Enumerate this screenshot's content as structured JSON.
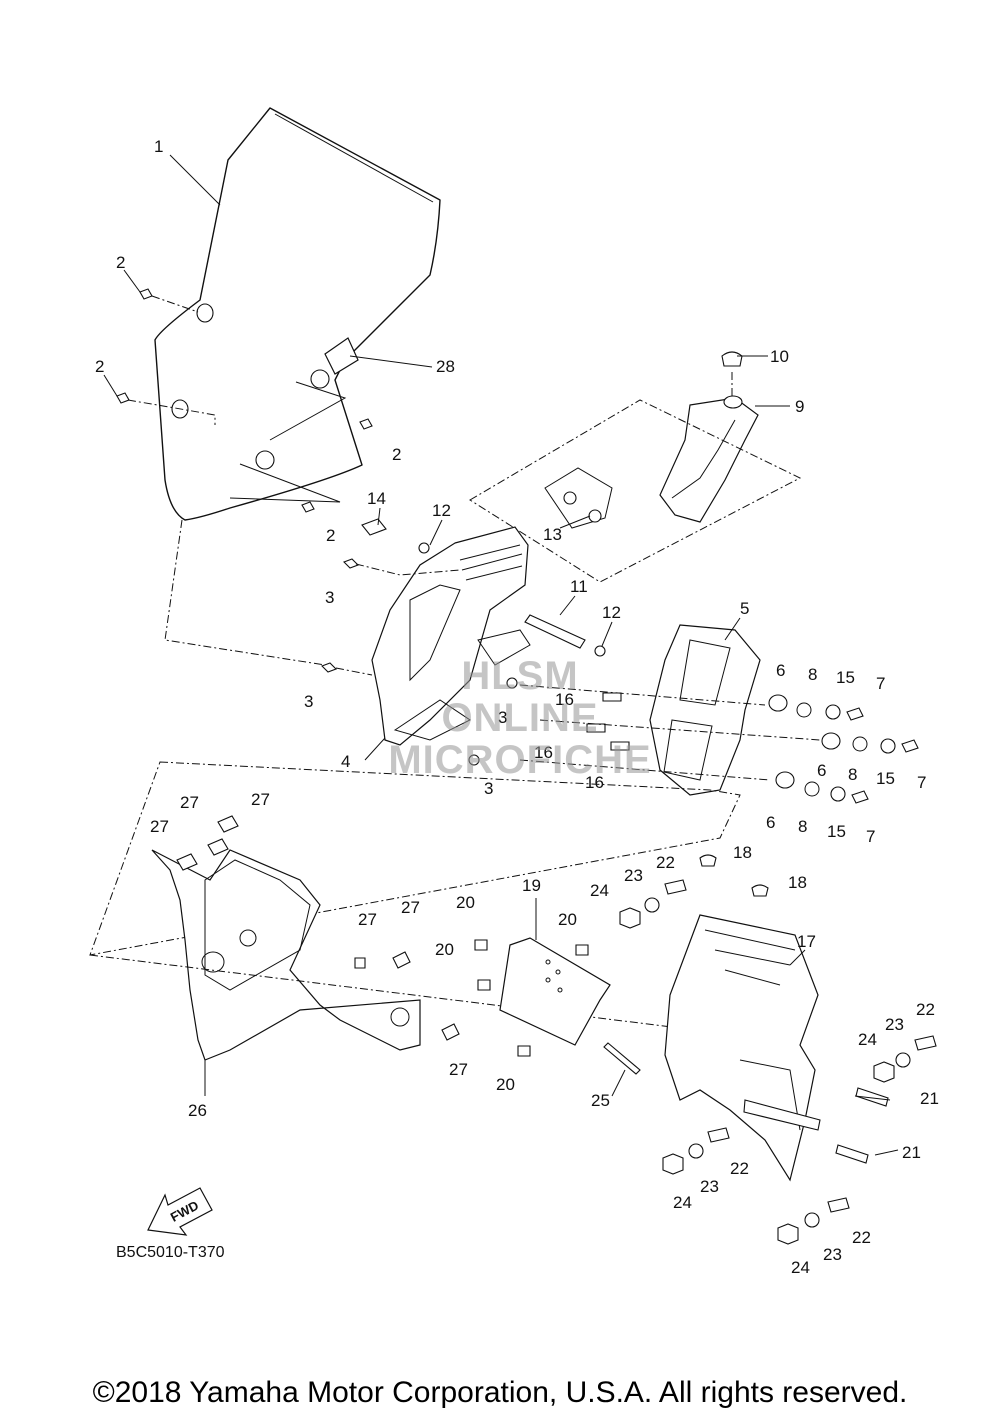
{
  "watermark": {
    "line1": "HLSM",
    "line2": "ONLINE",
    "line3": "MICROFICHE"
  },
  "diagram_code": "B5C5010-T370",
  "fwd_arrow_label": "FWD",
  "copyright": "©2018 Yamaha Motor Corporation, U.S.A. All rights reserved.",
  "callouts": [
    {
      "id": "c1",
      "text": "1"
    },
    {
      "id": "c2a",
      "text": "2"
    },
    {
      "id": "c2b",
      "text": "2"
    },
    {
      "id": "c2c",
      "text": "2"
    },
    {
      "id": "c2d",
      "text": "2"
    },
    {
      "id": "c28",
      "text": "28"
    },
    {
      "id": "c10",
      "text": "10"
    },
    {
      "id": "c9",
      "text": "9"
    },
    {
      "id": "c13",
      "text": "13"
    },
    {
      "id": "c14",
      "text": "14"
    },
    {
      "id": "c12a",
      "text": "12"
    },
    {
      "id": "c12b",
      "text": "12"
    },
    {
      "id": "c11",
      "text": "11"
    },
    {
      "id": "c3a",
      "text": "3"
    },
    {
      "id": "c3b",
      "text": "3"
    },
    {
      "id": "c3c",
      "text": "3"
    },
    {
      "id": "c3d",
      "text": "3"
    },
    {
      "id": "c4",
      "text": "4"
    },
    {
      "id": "c5",
      "text": "5"
    },
    {
      "id": "c16a",
      "text": "16"
    },
    {
      "id": "c16b",
      "text": "16"
    },
    {
      "id": "c16c",
      "text": "16"
    },
    {
      "id": "c6a",
      "text": "6"
    },
    {
      "id": "c6b",
      "text": "6"
    },
    {
      "id": "c6c",
      "text": "6"
    },
    {
      "id": "c8a",
      "text": "8"
    },
    {
      "id": "c8b",
      "text": "8"
    },
    {
      "id": "c8c",
      "text": "8"
    },
    {
      "id": "c15a",
      "text": "15"
    },
    {
      "id": "c15b",
      "text": "15"
    },
    {
      "id": "c15c",
      "text": "15"
    },
    {
      "id": "c7a",
      "text": "7"
    },
    {
      "id": "c7b",
      "text": "7"
    },
    {
      "id": "c7c",
      "text": "7"
    },
    {
      "id": "c27a",
      "text": "27"
    },
    {
      "id": "c27b",
      "text": "27"
    },
    {
      "id": "c27c",
      "text": "27"
    },
    {
      "id": "c27d",
      "text": "27"
    },
    {
      "id": "c27e",
      "text": "27"
    },
    {
      "id": "c27f",
      "text": "27"
    },
    {
      "id": "c18a",
      "text": "18"
    },
    {
      "id": "c18b",
      "text": "18"
    },
    {
      "id": "c22a",
      "text": "22"
    },
    {
      "id": "c23a",
      "text": "23"
    },
    {
      "id": "c24a",
      "text": "24"
    },
    {
      "id": "c19",
      "text": "19"
    },
    {
      "id": "c20a",
      "text": "20"
    },
    {
      "id": "c20b",
      "text": "20"
    },
    {
      "id": "c20c",
      "text": "20"
    },
    {
      "id": "c20d",
      "text": "20"
    },
    {
      "id": "c17",
      "text": "17"
    },
    {
      "id": "c22b",
      "text": "22"
    },
    {
      "id": "c23b",
      "text": "23"
    },
    {
      "id": "c24b",
      "text": "24"
    },
    {
      "id": "c21a",
      "text": "21"
    },
    {
      "id": "c21b",
      "text": "21"
    },
    {
      "id": "c25",
      "text": "25"
    },
    {
      "id": "c26",
      "text": "26"
    },
    {
      "id": "c22c",
      "text": "22"
    },
    {
      "id": "c23c",
      "text": "23"
    },
    {
      "id": "c24c",
      "text": "24"
    },
    {
      "id": "c22d",
      "text": "22"
    },
    {
      "id": "c23d",
      "text": "23"
    },
    {
      "id": "c24d",
      "text": "24"
    }
  ]
}
